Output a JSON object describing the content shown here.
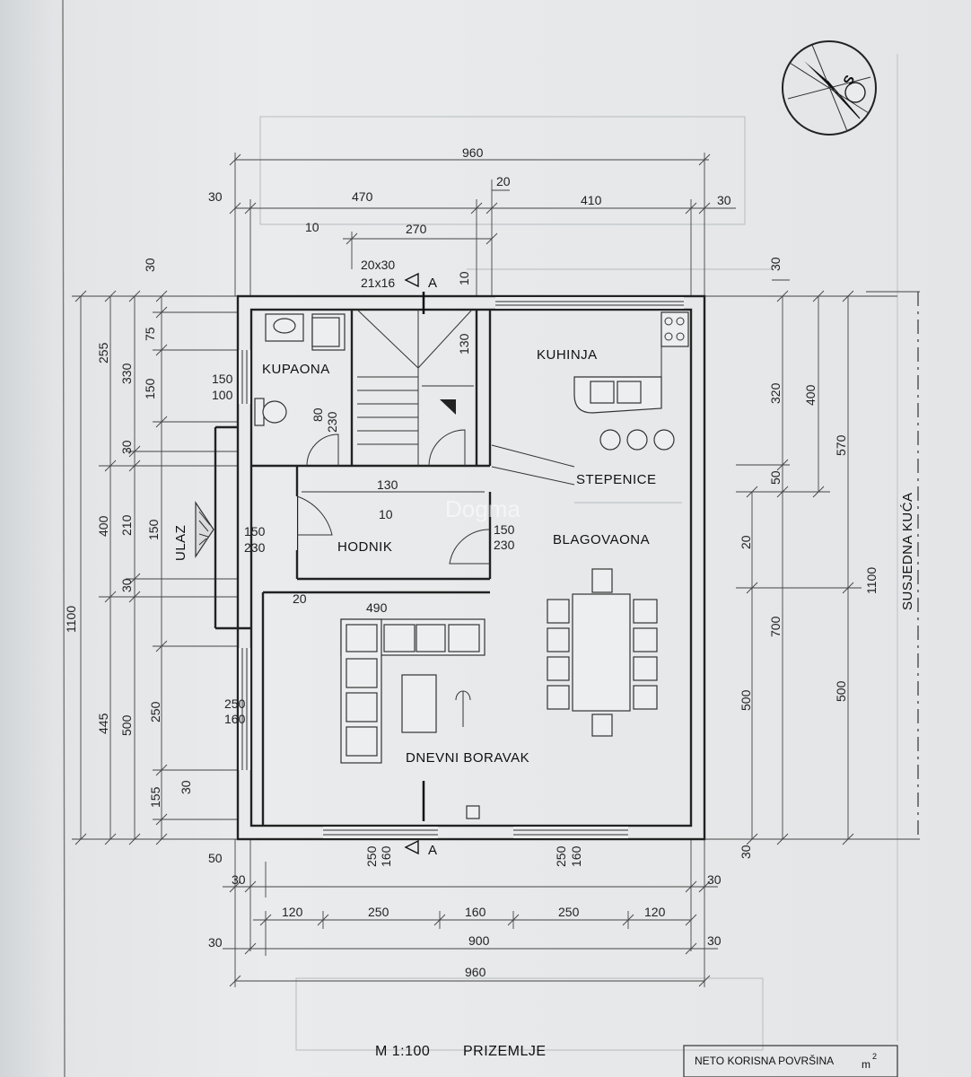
{
  "drawing": {
    "scale": "M 1:100",
    "floor": "PRIZEMLJE",
    "area_box": {
      "label": "NETO KORISNA POVRŠINA",
      "unit": "m",
      "unit_sup": "2"
    },
    "compass_letter": "S",
    "section_mark": "A",
    "watermark": "Dogma"
  },
  "rooms": {
    "bathroom": "KUPAONA",
    "kitchen": "KUHINJA",
    "stairs": "STEPENICE",
    "dining": "BLAGOVAONA",
    "hall": "HODNIK",
    "living": "DNEVNI BORAVAK",
    "entrance": "ULAZ",
    "neighbor": "SUSJEDNA KUĆA"
  },
  "dims": {
    "top_total": "960",
    "top_left_margin": "30",
    "top_left_width": "470",
    "top_mid": "20",
    "top_right_width": "410",
    "top_right_margin": "30",
    "top_inner_10": "10",
    "top_stair_270": "270",
    "stair_step_a": "20x30",
    "stair_step_b": "21x16",
    "stair_10": "10",
    "stair_130": "130",
    "bath_door_w": "80",
    "bath_door_h": "230",
    "bath_win_w": "150",
    "bath_win_h": "100",
    "hall_130": "130",
    "hall_10": "10",
    "hall_door_w": "150",
    "hall_door_h": "230",
    "dining_door_w": "150",
    "dining_door_h": "230",
    "corner_20": "20",
    "living_490": "490",
    "left_win_w": "250",
    "left_win_h": "160",
    "bottom_win1_w": "250",
    "bottom_win1_h": "160",
    "bottom_win2_w": "250",
    "bottom_win2_h": "160",
    "left_outer_1100": "1100",
    "left_a_255": "255",
    "left_a_400": "400",
    "left_a_445": "445",
    "left_b_330": "330",
    "left_b_30a": "30",
    "left_b_210": "210",
    "left_b_30b": "30",
    "left_b_500": "500",
    "left_c_30": "30",
    "left_c_75": "75",
    "left_c_150a": "150",
    "left_c_150b": "150",
    "left_c_250": "250",
    "left_c_155": "155",
    "right_top_30": "30",
    "right_320": "320",
    "right_400": "400",
    "right_570": "570",
    "right_50": "50",
    "right_20": "20",
    "right_700": "700",
    "right_500a": "500",
    "right_500b": "500",
    "right_1100": "1100",
    "right_bottom_30": "30",
    "bottom_50": "50",
    "bottom_30a": "30",
    "bottom_30b": "30",
    "bottom_120a": "120",
    "bottom_250a": "250",
    "bottom_160": "160",
    "bottom_250b": "250",
    "bottom_120b": "120",
    "bottom_30c": "30",
    "bottom_900": "900",
    "bottom_30d": "30",
    "bottom_960": "960"
  }
}
